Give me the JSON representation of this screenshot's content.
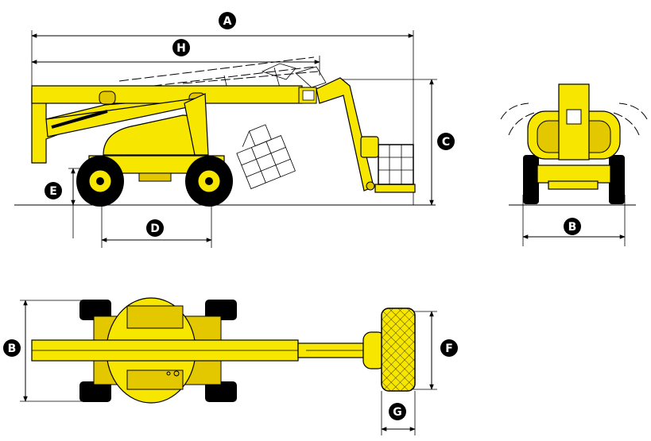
{
  "labels": {
    "A": "A",
    "B": "B",
    "C": "C",
    "D": "D",
    "E": "E",
    "F": "F",
    "G": "G",
    "H": "H"
  },
  "colors": {
    "machine": "#f7e600",
    "machine_shade": "#e3c800",
    "tyre": "#000000",
    "line": "#000000",
    "badge": "#000000"
  },
  "views": [
    "side-view",
    "front-view",
    "top-view"
  ]
}
